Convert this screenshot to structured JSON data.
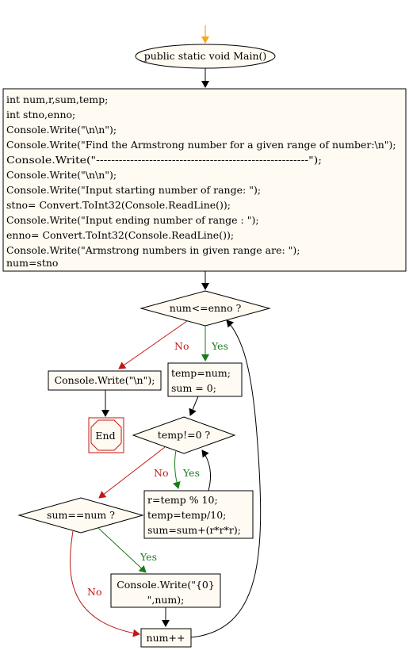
{
  "colors": {
    "node_fill": "#fffaf2",
    "start_arrow": "#f5a623",
    "edge_black": "#000000",
    "edge_yes": "#1a7a1a",
    "edge_no": "#c01818",
    "end_stroke": "#c01818"
  },
  "nodes": {
    "main": "public static void Main()",
    "init": [
      "int num,r,sum,temp;",
      "int stno,enno;",
      "Console.Write(\"\\n\\n\");",
      "Console.Write(\"Find the Armstrong number for a given range of number:\\n\");",
      "Console.Write(\"--------------------------------------------------------\");",
      "Console.Write(\"\\n\\n\");",
      "Console.Write(\"Input starting number of range: \");",
      "stno= Convert.ToInt32(Console.ReadLine());",
      "Console.Write(\"Input ending number of range : \");",
      "enno= Convert.ToInt32(Console.ReadLine());",
      "Console.Write(\"Armstrong numbers in given range are: \");",
      "num=stno"
    ],
    "cond_outer": "num<=enno ?",
    "newline": "Console.Write(\"\\n\");",
    "end": "End",
    "temp_init": [
      "temp=num;",
      "sum = 0;"
    ],
    "cond_inner": "temp!=0 ?",
    "digit_calc": [
      "r=temp % 10;",
      "temp=temp/10;",
      "sum=sum+(r*r*r);"
    ],
    "cond_sum": "sum==num ?",
    "print_num": [
      "Console.Write(\"{0}",
      "\",num);"
    ],
    "increment": "num++"
  },
  "edges": {
    "yes": "Yes",
    "no": "No"
  }
}
